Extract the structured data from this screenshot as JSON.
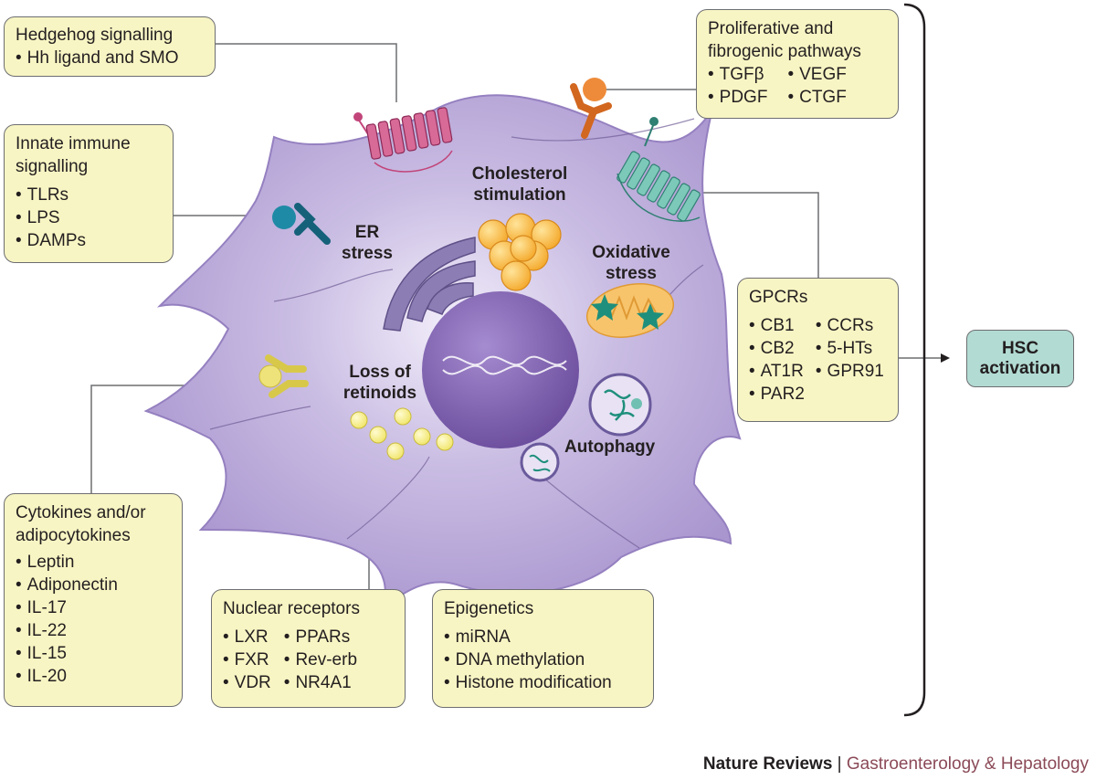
{
  "boxes": {
    "hedgehog": {
      "title": "Hedgehog  signalling",
      "items": [
        "Hh ligand and SMO"
      ]
    },
    "innate": {
      "title": "Innate immune signalling",
      "items": [
        "TLRs",
        "LPS",
        "DAMPs"
      ]
    },
    "proliferative": {
      "title": "Proliferative and fibrogenic pathways",
      "col1": [
        "TGFβ",
        "PDGF"
      ],
      "col2": [
        "VEGF",
        "CTGF"
      ]
    },
    "gpcrs": {
      "title": "GPCRs",
      "col1": [
        "CB1",
        "CB2",
        "AT1R",
        "PAR2"
      ],
      "col2": [
        "CCRs",
        "5-HTs",
        "GPR91"
      ]
    },
    "cytokines": {
      "title": "Cytokines and/or adipocytokines",
      "items": [
        "Leptin",
        "Adiponectin",
        "IL-17",
        "IL-22",
        "IL-15",
        "IL-20"
      ]
    },
    "nuclear": {
      "title": "Nuclear receptors",
      "col1": [
        "LXR",
        "FXR",
        "VDR"
      ],
      "col2": [
        "PPARs",
        "Rev-erb",
        "NR4A1"
      ]
    },
    "epigenetics": {
      "title": "Epigenetics",
      "items": [
        "miRNA",
        "DNA methylation",
        "Histone modification"
      ]
    }
  },
  "cell_labels": {
    "cholesterol": "Cholesterol stimulation",
    "er_stress": "ER stress",
    "oxidative": "Oxidative stress",
    "retinoids": "Loss of retinoids",
    "autophagy": "Autophagy"
  },
  "outcome": "HSC activation",
  "credit": {
    "journal": "Nature Reviews",
    "separator": "|",
    "subject": "Gastroenterology & Hepatology"
  },
  "colors": {
    "cell": "#b8a9d6",
    "nucleus": "#7a5da8",
    "box_fill": "#f8f5c4",
    "hsc_fill": "#b2dbd3",
    "receptor_pink": "#c2457a",
    "receptor_teal": "#4fa89a",
    "receptor_blue": "#1f8aa6",
    "receptor_orange": "#ee8b3a",
    "receptor_yellow": "#eee37a",
    "credit_subject": "#8b4a57"
  }
}
